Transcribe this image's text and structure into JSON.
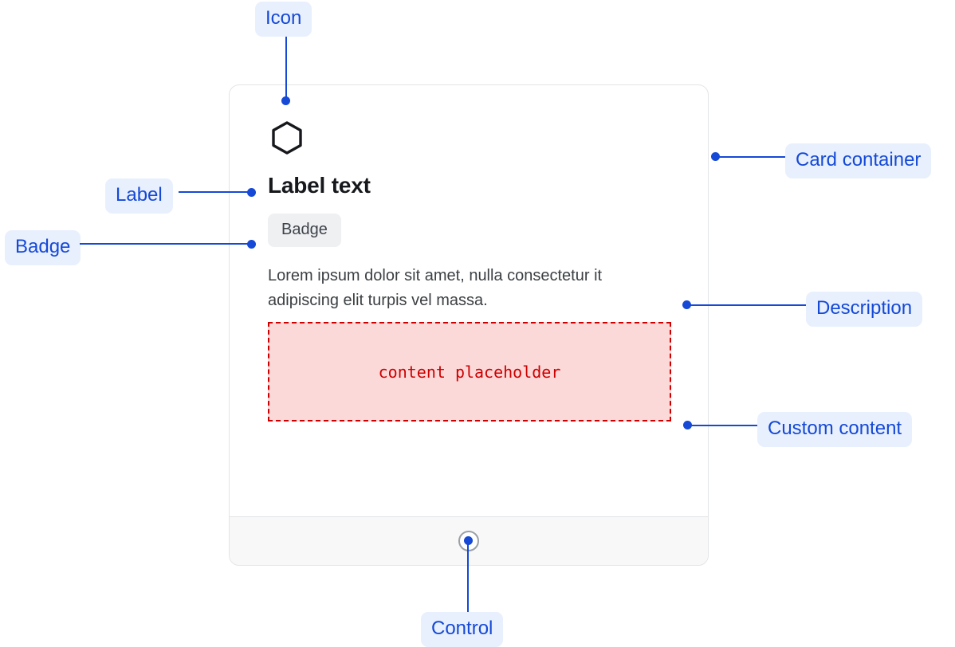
{
  "card": {
    "icon_name": "hexagon-icon",
    "label": "Label text",
    "badge": "Badge",
    "description": "Lorem ipsum dolor sit amet, nulla consectetur it adipiscing elit turpis vel massa.",
    "custom_content": "content placeholder",
    "control_name": "radio-control"
  },
  "annotations": {
    "icon": "Icon",
    "label": "Label",
    "badge": "Badge",
    "card_container": "Card container",
    "description": "Description",
    "custom_content": "Custom content",
    "control": "Control"
  },
  "colors": {
    "annotation_text": "#1549d6",
    "annotation_bg": "#e8f0fe",
    "card_border": "#e3e4e6",
    "badge_bg": "#eef0f2",
    "badge_text": "#3f434a",
    "label_text": "#16181c",
    "description_text": "#3c4043",
    "placeholder_border": "#cc0000",
    "placeholder_bg": "#fcd9d9",
    "placeholder_text": "#cc0000",
    "footer_bg": "#f8f8f8",
    "control_ring": "#9aa0a6"
  }
}
